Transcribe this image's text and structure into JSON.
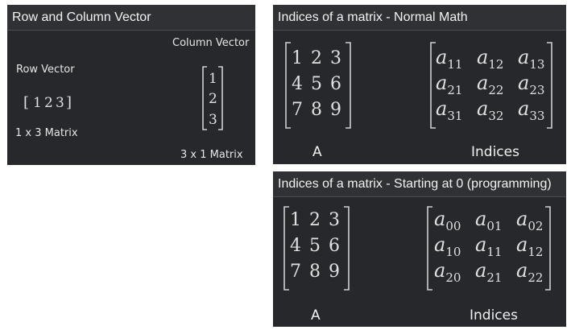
{
  "panel_row_column": {
    "title": "Row and Column Vector",
    "row_vector_label": "Row Vector",
    "row_vector_values": [
      "1",
      "2",
      "3"
    ],
    "row_matrix_label": "1 x 3 Matrix",
    "column_vector_label": "Column Vector",
    "column_vector_values": [
      "1",
      "2",
      "3"
    ],
    "column_matrix_label": "3 x 1 Matrix"
  },
  "panel_normal_math": {
    "title": "Indices of a matrix - Normal Math",
    "matrix": [
      [
        "1",
        "2",
        "3"
      ],
      [
        "4",
        "5",
        "6"
      ],
      [
        "7",
        "8",
        "9"
      ]
    ],
    "matrix_label": "A",
    "index_symbol": "a",
    "indices": [
      [
        "11",
        "12",
        "13"
      ],
      [
        "21",
        "22",
        "23"
      ],
      [
        "31",
        "32",
        "33"
      ]
    ],
    "indices_label": "Indices"
  },
  "panel_programming": {
    "title": "Indices of a matrix - Starting at 0 (programming)",
    "matrix": [
      [
        "1",
        "2",
        "3"
      ],
      [
        "4",
        "5",
        "6"
      ],
      [
        "7",
        "8",
        "9"
      ]
    ],
    "matrix_label": "A",
    "index_symbol": "a",
    "indices": [
      [
        "00",
        "01",
        "02"
      ],
      [
        "10",
        "11",
        "12"
      ],
      [
        "20",
        "21",
        "22"
      ]
    ],
    "indices_label": "Indices"
  }
}
